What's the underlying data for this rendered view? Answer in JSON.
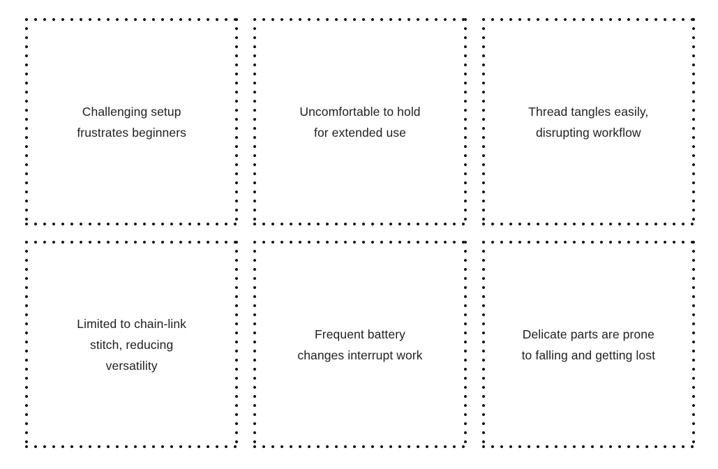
{
  "canvas": {
    "background_color": "#ffffff",
    "border_dot_color": "#1a1a1a",
    "text_color": "#212121",
    "columns": 3,
    "rows": 2
  },
  "cards": [
    {
      "id": "card-1",
      "text": "Challenging setup\nfrustrates beginners"
    },
    {
      "id": "card-2",
      "text": "Uncomfortable to hold\nfor extended use"
    },
    {
      "id": "card-3",
      "text": "Thread tangles easily,\ndisrupting workflow"
    },
    {
      "id": "card-4",
      "text": "Limited to chain-link\nstitch, reducing\nversatility"
    },
    {
      "id": "card-5",
      "text": "Frequent battery\nchanges interrupt work"
    },
    {
      "id": "card-6",
      "text": "Delicate parts are prone\nto falling and getting lost"
    }
  ]
}
